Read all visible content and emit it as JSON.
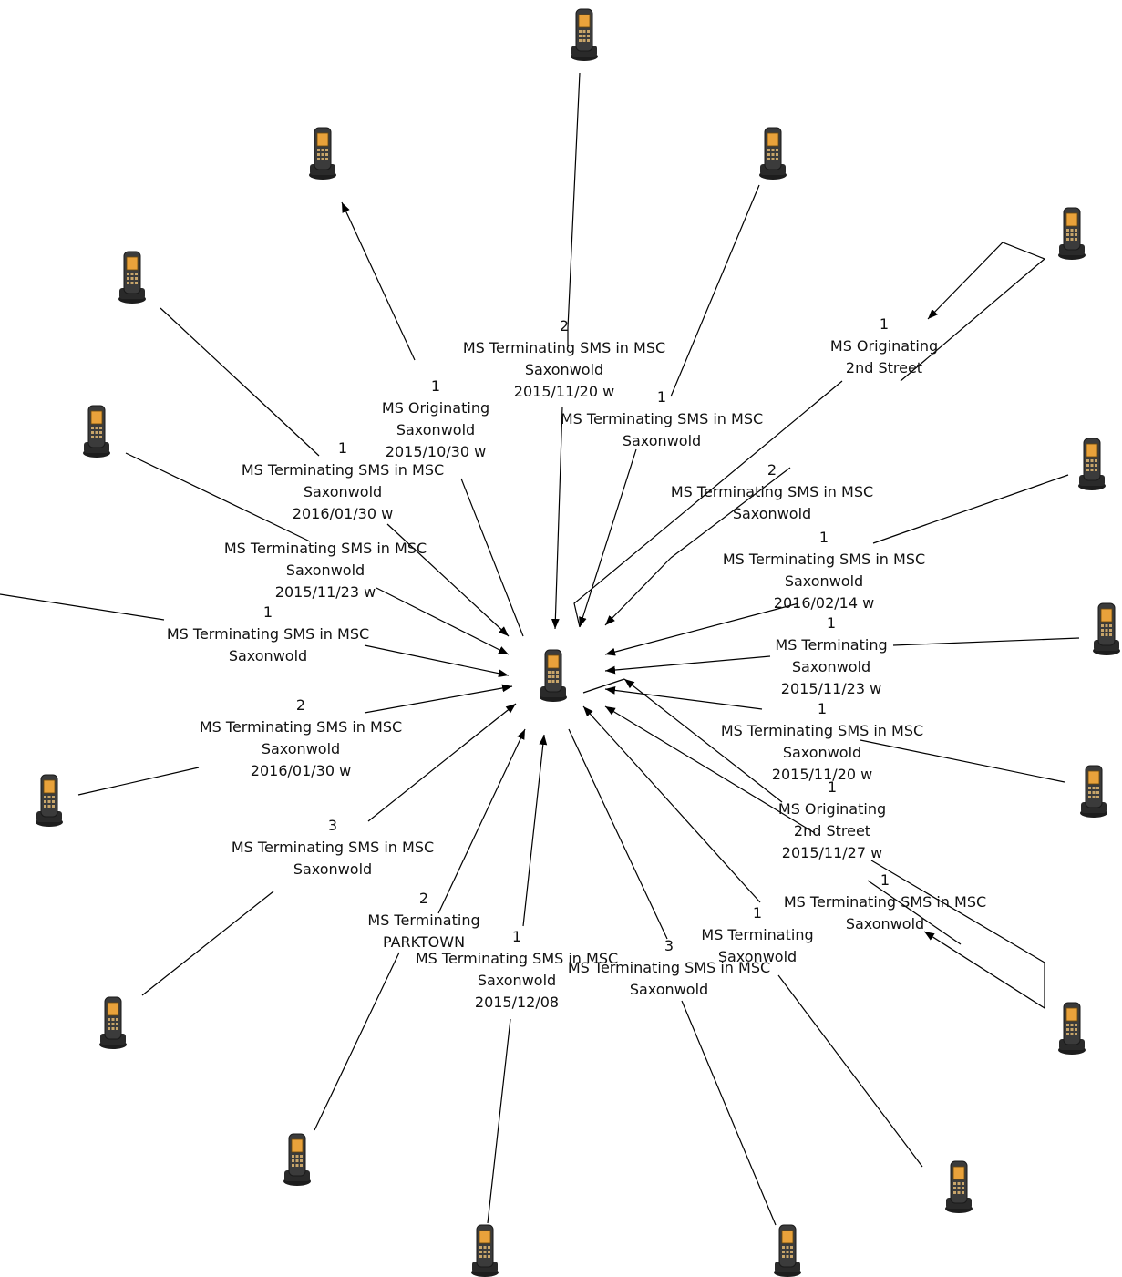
{
  "colors": {
    "line": "#000000",
    "label_text": "#111111",
    "phone_body": "#3b3b3b",
    "phone_screen": "#e9a23b",
    "phone_keys": "#c8a56a"
  },
  "icon": "mobile-phone-icon",
  "hub": {
    "id": "hub"
  },
  "nodes": [
    {
      "id": "n-top"
    },
    {
      "id": "n-upper-left"
    },
    {
      "id": "n-upper-right"
    },
    {
      "id": "n-right-top"
    },
    {
      "id": "n-left-top"
    },
    {
      "id": "n-left-mid"
    },
    {
      "id": "n-right-mid"
    },
    {
      "id": "n-right-center"
    },
    {
      "id": "n-left-low"
    },
    {
      "id": "n-right-low"
    },
    {
      "id": "n-lower-left"
    },
    {
      "id": "n-right-bottom"
    },
    {
      "id": "n-bottom-left"
    },
    {
      "id": "n-bottom-right"
    },
    {
      "id": "n-bottom-center-left"
    },
    {
      "id": "n-bottom-center-right"
    }
  ],
  "edges": [
    {
      "id": "e1",
      "lines": [
        "2",
        "MS Terminating SMS in MSC",
        "Saxonwold",
        "2015/11/20 w"
      ]
    },
    {
      "id": "e2",
      "lines": [
        "1",
        "MS Originating",
        "Saxonwold",
        "2015/10/30 w"
      ]
    },
    {
      "id": "e3",
      "lines": [
        "1",
        "MS Terminating SMS in MSC",
        "Saxonwold"
      ]
    },
    {
      "id": "e4",
      "lines": [
        "1",
        "MS Originating",
        "2nd Street"
      ]
    },
    {
      "id": "e5",
      "lines": [
        "1",
        "MS Terminating SMS in MSC",
        "Saxonwold",
        "2016/01/30 w"
      ]
    },
    {
      "id": "e6",
      "lines": [
        "MS Terminating SMS in MSC",
        "Saxonwold",
        "2015/11/23 w"
      ]
    },
    {
      "id": "e7",
      "lines": [
        "2",
        "MS Terminating SMS in MSC",
        "Saxonwold"
      ]
    },
    {
      "id": "e8",
      "lines": [
        "1",
        "MS Terminating SMS in MSC",
        "Saxonwold",
        "2016/02/14 w"
      ]
    },
    {
      "id": "e9",
      "lines": [
        "1",
        "MS Terminating SMS in MSC",
        "Saxonwold"
      ]
    },
    {
      "id": "e10",
      "lines": [
        "1",
        "MS Terminating",
        "Saxonwold",
        "2015/11/23 w"
      ]
    },
    {
      "id": "e11",
      "lines": [
        "2",
        "MS Terminating SMS in MSC",
        "Saxonwold",
        "2016/01/30 w"
      ]
    },
    {
      "id": "e12",
      "lines": [
        "1",
        "MS Terminating SMS in MSC",
        "Saxonwold",
        "2015/11/20 w"
      ]
    },
    {
      "id": "e13",
      "lines": [
        "1",
        "MS Originating",
        "2nd Street",
        "2015/11/27 w"
      ]
    },
    {
      "id": "e14",
      "lines": [
        "3",
        "MS Terminating SMS in MSC",
        "Saxonwold"
      ]
    },
    {
      "id": "e15",
      "lines": [
        "1",
        "MS Terminating SMS in MSC",
        "Saxonwold"
      ]
    },
    {
      "id": "e16",
      "lines": [
        "2",
        "MS Terminating",
        "PARKTOWN"
      ]
    },
    {
      "id": "e17",
      "lines": [
        "1",
        "MS Terminating",
        "Saxonwold"
      ]
    },
    {
      "id": "e18",
      "lines": [
        "3",
        "MS Terminating SMS in MSC",
        "Saxonwold"
      ]
    },
    {
      "id": "e19",
      "lines": [
        "1",
        "MS Terminating SMS in MSC",
        "Saxonwold",
        "2015/12/08"
      ]
    }
  ]
}
